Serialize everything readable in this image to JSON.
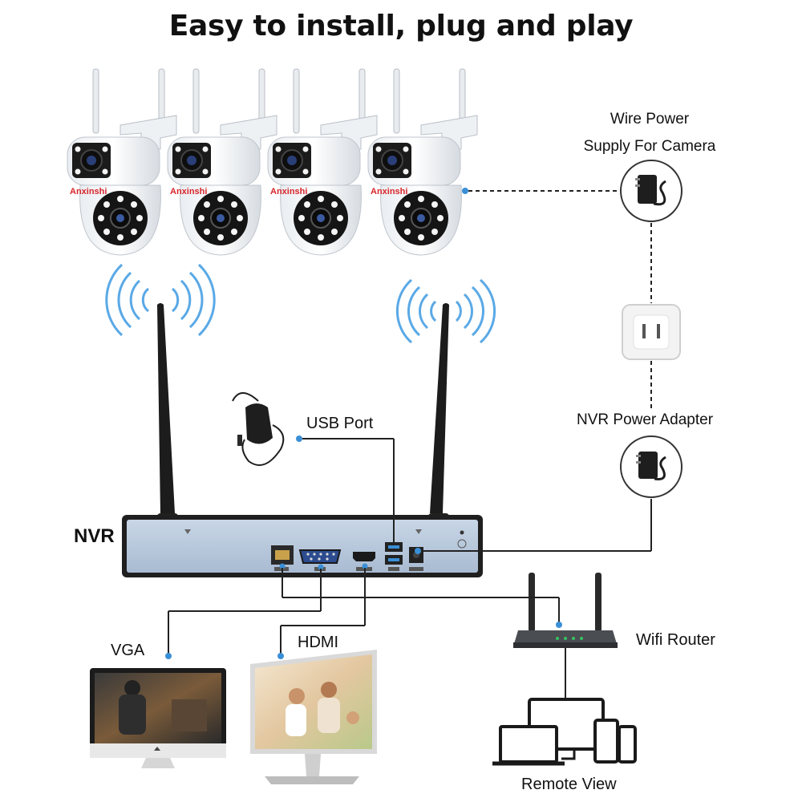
{
  "title": "Easy to install, plug and play",
  "labels": {
    "wire_power_line1": "Wire Power",
    "wire_power_line2": "Supply For Camera",
    "usb_port": "USB Port",
    "nvr_power_adapter": "NVR Power Adapter",
    "nvr": "NVR",
    "vga": "VGA",
    "hdmi": "HDMI",
    "wifi_router": "Wifi Router",
    "remote_view": "Remote View"
  },
  "camera_brand": "Anxinshi",
  "camera_count": 4,
  "colors": {
    "accent_blue": "#3a8fd6",
    "wifi_wave": "#5aa9e6",
    "nvr_body": "#b7c8dd",
    "nvr_bezel": "#1f1f1f",
    "line": "#222222",
    "brand_red": "#d8262b"
  }
}
